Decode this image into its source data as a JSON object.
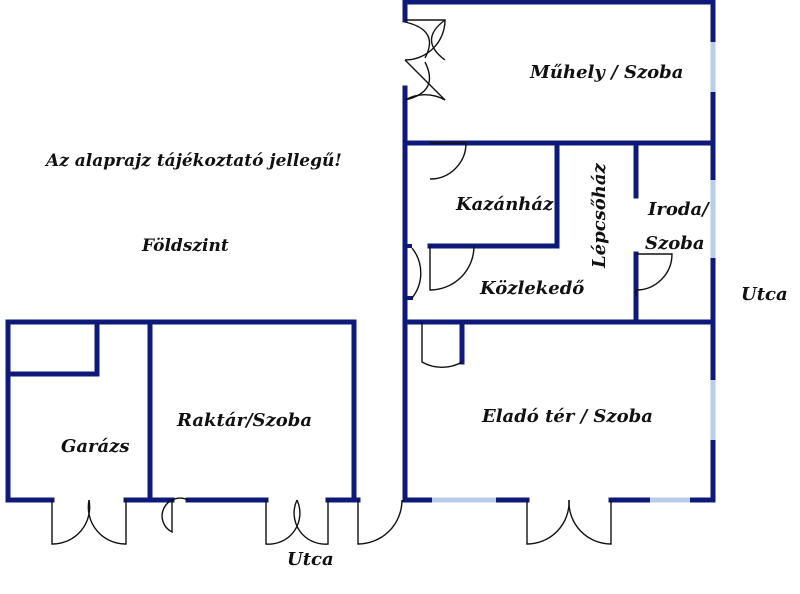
{
  "notes": {
    "disclaimer": "Az alaprajz tájékoztató jellegű!",
    "level": "Földszint"
  },
  "rooms": {
    "muhely": "Műhely / Szoba",
    "kazanhaz": "Kazánház",
    "lepcsohaz": "Lépcsőház",
    "iroda_line1": "Iroda/",
    "iroda_line2": "Szoba",
    "kozlekedo": "Közlekedő",
    "elado": "Eladó tér / Szoba",
    "raktar": "Raktár/Szoba",
    "garazs": "Garázs"
  },
  "streets": {
    "right": "Utca",
    "bottom": "Utca"
  },
  "colors": {
    "wall": "#0e1a7a",
    "window": "#b8cdea",
    "door": "#111111"
  }
}
